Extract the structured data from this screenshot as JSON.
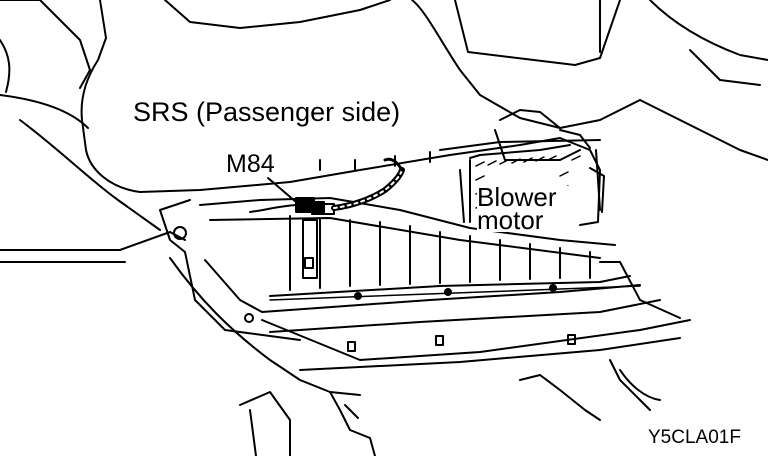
{
  "labels": {
    "srs": "SRS (Passenger side)",
    "connector": "M84",
    "blower": "Blower motor",
    "figure_code": "Y5CLA01F"
  },
  "colors": {
    "ink": "#000000",
    "paper": "#ffffff"
  }
}
